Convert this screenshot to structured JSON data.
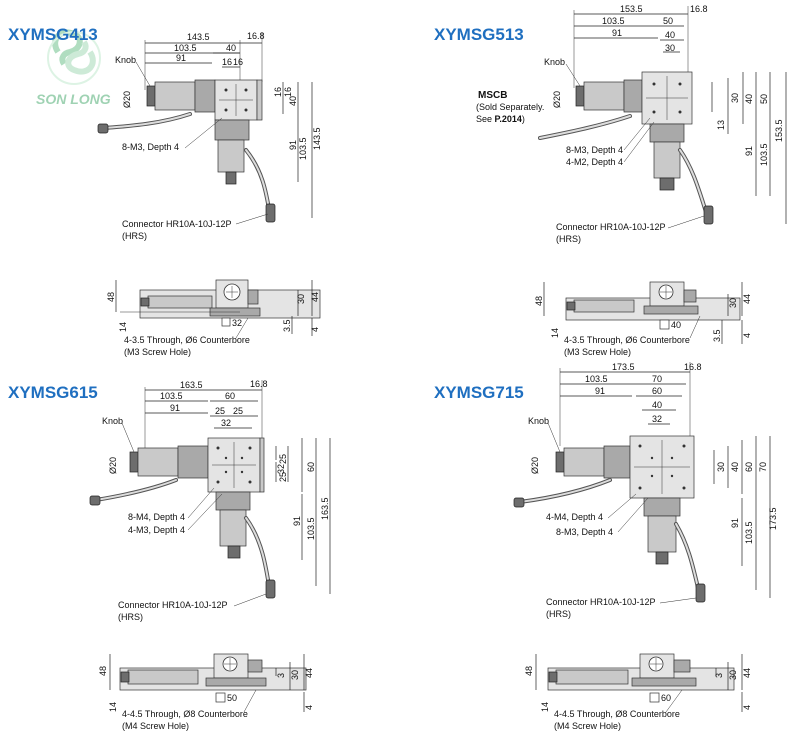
{
  "logo": {
    "text": "SON LONG",
    "color": "#7fc49a"
  },
  "colors": {
    "title": "#1f6fc0",
    "line": "#222222",
    "body": "#c9c9c9"
  },
  "models": [
    {
      "title": "XYMSG413",
      "dims_h": [
        "143.5",
        "103.5",
        "91",
        "40",
        "16",
        "16",
        "16.8"
      ],
      "dims_v": [
        "16",
        "16",
        "40",
        "91",
        "103.5",
        "143.5"
      ],
      "knob": "Knob",
      "phi": "Ø20",
      "tap": "8-M3, Depth 4",
      "connector": "Connector HR10A-10J-12P",
      "connector_sub": "(HRS)",
      "side_dims": [
        "48",
        "30",
        "44",
        "14",
        "3.5",
        "4"
      ],
      "square": "32",
      "through": "4-3.5 Through, Ø6 Counterbore",
      "screw": "(M3 Screw Hole)"
    },
    {
      "title": "XYMSG513",
      "dims_h": [
        "153.5",
        "103.5",
        "50",
        "91",
        "40",
        "30",
        "16.8"
      ],
      "dims_v": [
        "30",
        "40",
        "50",
        "13",
        "91",
        "103.5",
        "153.5"
      ],
      "knob": "Knob",
      "phi": "Ø20",
      "mscb": "MSCB",
      "mscb_sub1": "(Sold Separately.",
      "mscb_sub2": "See ",
      "mscb_ref": "P.2014",
      "mscb_sub3": ")",
      "tap": "8-M3, Depth 4",
      "tap2": "4-M2, Depth 4",
      "connector": "Connector HR10A-10J-12P",
      "connector_sub": "(HRS)",
      "side_dims": [
        "48",
        "30",
        "44",
        "14",
        "3.5",
        "4"
      ],
      "square": "40",
      "through": "4-3.5 Through, Ø6 Counterbore",
      "screw": "(M3 Screw Hole)"
    },
    {
      "title": "XYMSG615",
      "dims_h": [
        "163.5",
        "103.5",
        "60",
        "91",
        "25",
        "25",
        "32",
        "16.8"
      ],
      "dims_v": [
        "25",
        "25",
        "32",
        "60",
        "91",
        "103.5",
        "163.5"
      ],
      "knob": "Knob",
      "phi": "Ø20",
      "tap": "8-M4, Depth 4",
      "tap2": "4-M3, Depth 4",
      "connector": "Connector HR10A-10J-12P",
      "connector_sub": "(HRS)",
      "side_dims": [
        "48",
        "3",
        "30",
        "44",
        "14",
        "4"
      ],
      "square": "50",
      "through": "4-4.5 Through, Ø8 Counterbore",
      "screw": "(M4 Screw Hole)"
    },
    {
      "title": "XYMSG715",
      "dims_h": [
        "173.5",
        "103.5",
        "70",
        "91",
        "60",
        "40",
        "32",
        "16.8"
      ],
      "dims_v": [
        "30",
        "40",
        "60",
        "70",
        "91",
        "103.5",
        "173.5"
      ],
      "knob": "Knob",
      "phi": "Ø20",
      "tap": "4-M4, Depth 4",
      "tap2": "8-M3, Depth 4",
      "connector": "Connector HR10A-10J-12P",
      "connector_sub": "(HRS)",
      "side_dims": [
        "48",
        "3",
        "30",
        "44",
        "14",
        "4"
      ],
      "square": "60",
      "through": "4-4.5 Through, Ø8 Counterbore",
      "screw": "(M4 Screw Hole)"
    }
  ]
}
